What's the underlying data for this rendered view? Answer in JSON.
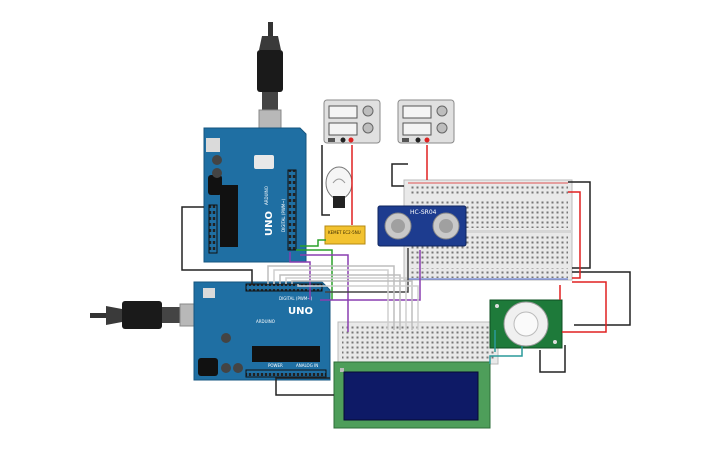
{
  "arduino_top": {
    "model_label": "UNO",
    "brand_label": "ARDUINO",
    "digital_label": "DIGITAL (PWM~)"
  },
  "arduino_bottom": {
    "model_label": "UNO",
    "brand_label": "ARDUINO",
    "digital_label": "DIGITAL (PWM~)",
    "power_label": "POWER",
    "analog_label": "ANALOG IN"
  },
  "ultrasonic": {
    "label": "HC-SR04"
  },
  "relay": {
    "label": "KEMET EC2-5NU"
  },
  "colors": {
    "board_blue": "#1f6fa3",
    "wire_red": "#e02020",
    "wire_black": "#222222",
    "wire_green": "#2aa02a",
    "wire_purple": "#8a3fb0",
    "wire_teal": "#2a9a9a",
    "breadboard": "#e9e9e9",
    "pir_green": "#1e7a3a",
    "lcd_screen": "#0e1a66"
  }
}
